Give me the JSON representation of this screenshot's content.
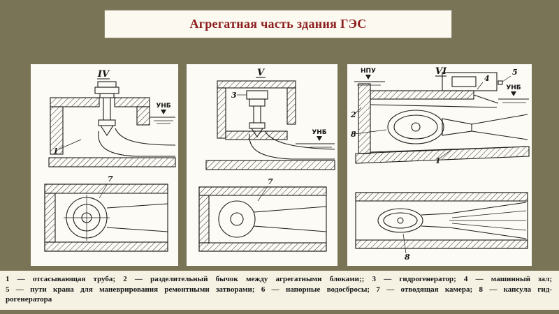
{
  "slide": {
    "title": "Агрегатная часть здания ГЭС",
    "colors": {
      "background": "#7a7457",
      "title_text": "#8c1d1d",
      "panel_background": "#fcfbf5",
      "caption_background": "#f5f2e4",
      "drawing_ink": "#1c1c1c"
    }
  },
  "panels": {
    "iv": {
      "label": "IV",
      "water_downstream": "УНБ",
      "callout_draft_tube": "1",
      "callout_outlet_chamber": "7"
    },
    "v": {
      "label": "V",
      "water_downstream": "УНБ",
      "callout_hydrogenerator": "3",
      "callout_outlet_chamber": "7"
    },
    "vi": {
      "label": "VI",
      "water_upstream": "НПУ",
      "water_downstream": "УНБ",
      "callout_divider_pier": "2",
      "callout_capsule": "8",
      "callout_draft_tube": "1",
      "callout_machine_hall": "4",
      "callout_crane_rails": "5",
      "callout_capsule_plan": "8"
    }
  },
  "caption": {
    "lines": [
      "1 — отсасывающая труба; 2 — разделительный бычок между агрегатными блоками;; 3 — гидрогенератор; 4 — машинный зал;",
      "5 — пути крана для маневрирования ремонтными затворами; 6 — напорные водосбросы; 7 — отводящая камера; 8 — капсула гид-",
      "рогенератора"
    ]
  }
}
